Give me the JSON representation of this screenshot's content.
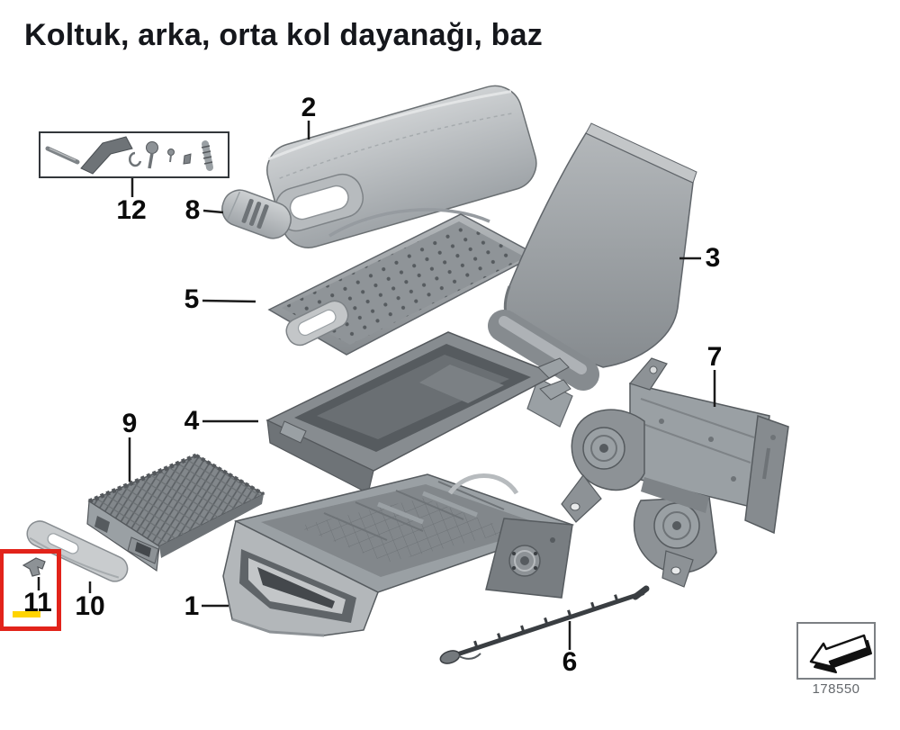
{
  "title": "Koltuk, arka, orta kol dayanağı, baz",
  "diagram": {
    "ref_number": "178550",
    "labels": {
      "p1": "1",
      "p2": "2",
      "p3": "3",
      "p4": "4",
      "p5": "5",
      "p6": "6",
      "p7": "7",
      "p8": "8",
      "p9": "9",
      "p10": "10",
      "p11": "11",
      "p12": "12"
    },
    "colors": {
      "highlight_box": "#e2231a",
      "highlight_underline": "#ffd400",
      "label_text": "#0b0b0b",
      "ref_text": "#64686c"
    }
  }
}
